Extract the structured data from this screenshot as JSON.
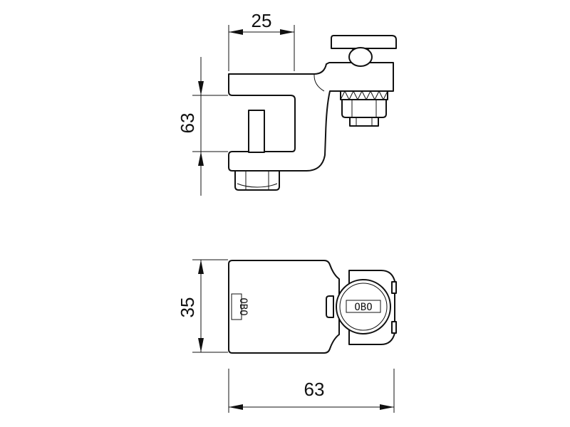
{
  "dimensions": {
    "top_width": "25",
    "side_height": "63",
    "bottom_height": "35",
    "bottom_width": "63"
  },
  "logo": {
    "body_text": "OBO",
    "screw_text": "OBO"
  }
}
